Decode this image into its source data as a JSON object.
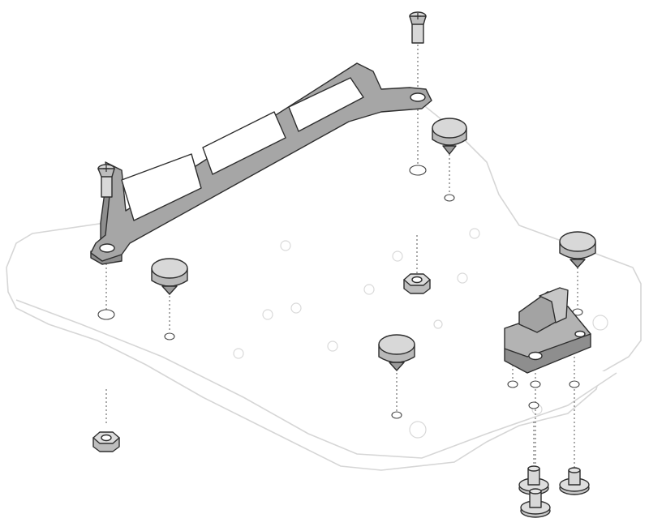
{
  "diagram": {
    "type": "exploded-assembly-view",
    "parts": [
      {
        "id": "mounting-plate",
        "kind": "base-plate"
      },
      {
        "id": "bracket",
        "kind": "slotted-bracket"
      },
      {
        "id": "countersunk-screw",
        "kind": "screw",
        "count": 2
      },
      {
        "id": "rubber-buffer",
        "kind": "damper",
        "count": 4
      },
      {
        "id": "hex-nut",
        "kind": "nut",
        "count": 2
      },
      {
        "id": "lock-latch",
        "kind": "latch-block",
        "count": 1
      },
      {
        "id": "flange-bolt",
        "kind": "bolt",
        "count": 3
      }
    ]
  },
  "colors": {
    "part_fill": "#a6a6a6",
    "part_fill_light": "#c7c7c7",
    "part_fill_top": "#d8d8d8",
    "outline": "#2e2e2e",
    "plate_outline": "#d6d6d6",
    "guide_line": "#555555",
    "background": "#ffffff"
  }
}
